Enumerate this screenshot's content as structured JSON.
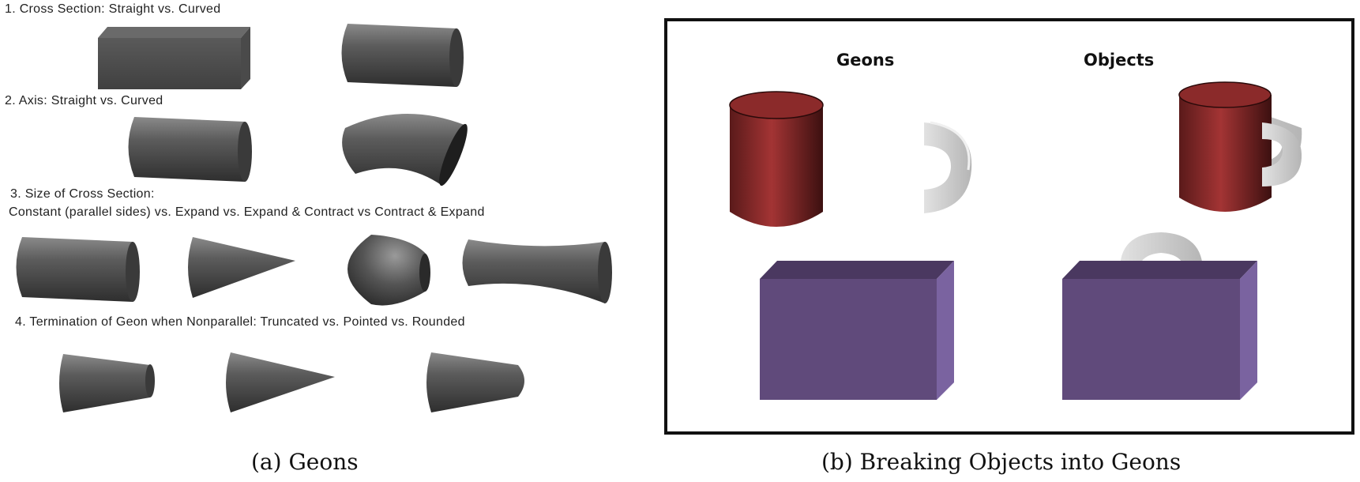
{
  "panel_a": {
    "rows": [
      {
        "label": "1.  Cross Section:  Straight vs. Curved",
        "shapes": [
          "box-geon-icon",
          "cylinder-geon-icon"
        ]
      },
      {
        "label": "2.  Axis:  Straight vs. Curved",
        "shapes": [
          "cylinder-geon-icon",
          "curved-cylinder-geon-icon"
        ]
      },
      {
        "label": "3.  Size of Cross Section:",
        "label2": "Constant (parallel sides) vs. Expand vs. Expand & Contract vs Contract & Expand",
        "shapes": [
          "cylinder-geon-icon",
          "cone-geon-icon",
          "barrel-geon-icon",
          "hourglass-geon-icon"
        ]
      },
      {
        "label": "4.  Termination of Geon when Nonparallel:  Truncated vs. Pointed vs. Rounded",
        "shapes": [
          "truncated-cone-geon-icon",
          "pointed-cone-geon-icon",
          "rounded-cone-geon-icon"
        ]
      }
    ],
    "caption": "(a) Geons"
  },
  "panel_b": {
    "heading_geons": "Geons",
    "heading_objects": "Objects",
    "caption": "(b) Breaking Objects into Geons",
    "colors": {
      "cylinder": "#8b2a2a",
      "handle": "#cfcfcf",
      "box": "#604a7b"
    }
  }
}
